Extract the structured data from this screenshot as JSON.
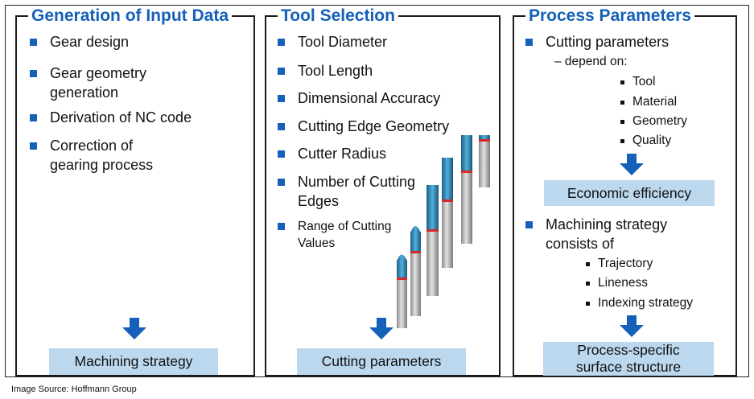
{
  "colors": {
    "accent": "#1560b8",
    "box_fill": "#bcd8ee"
  },
  "panels": [
    {
      "title": "Generation of Input Data",
      "bullets": [
        "Gear design",
        "Gear geometry generation",
        "Derivation of NC code",
        "Correction of gearing process"
      ],
      "bullet_lines": [
        [
          "Gear design"
        ],
        [
          "Gear geometry",
          "generation"
        ],
        [
          "Derivation of NC code"
        ],
        [
          "Correction of",
          "gearing process"
        ]
      ],
      "result": "Machining strategy"
    },
    {
      "title": "Tool Selection",
      "bullets": [
        "Tool Diameter",
        "Tool Length",
        "Dimensional Accuracy",
        "Cutting Edge Geometry",
        "Cutter Radius",
        "Number of Cutting Edges",
        "Range of Cutting Values"
      ],
      "bullet_lines": [
        [
          "Tool Diameter"
        ],
        [
          "Tool Length"
        ],
        [
          "Dimensional Accuracy"
        ],
        [
          "Cutting Edge Geometry"
        ],
        [
          "Cutter Radius"
        ],
        [
          "Number of Cutting",
          "Edges"
        ],
        [
          "Range of Cutting",
          "Values"
        ]
      ],
      "result": "Cutting parameters"
    },
    {
      "title": "Process Parameters",
      "bullet1": "Cutting parameters",
      "bullet1_sub": "– depend on:",
      "bullet1_items": [
        "Tool",
        "Material",
        "Geometry",
        "Quality"
      ],
      "result1": "Economic efficiency",
      "bullet2": "Machining strategy consists of",
      "bullet2_lines": [
        "Machining strategy",
        "consists of"
      ],
      "bullet2_items": [
        "Trajectory",
        "Lineness",
        "Indexing strategy"
      ],
      "result2": "Process-specific surface structure",
      "result2_lines": [
        "Process-specific",
        "surface structure"
      ]
    }
  ],
  "source": "Image Source: Hoffmann Group",
  "icons": [
    "down-arrow-icon",
    "square-bullet-icon",
    "end-mill-tool-image"
  ]
}
